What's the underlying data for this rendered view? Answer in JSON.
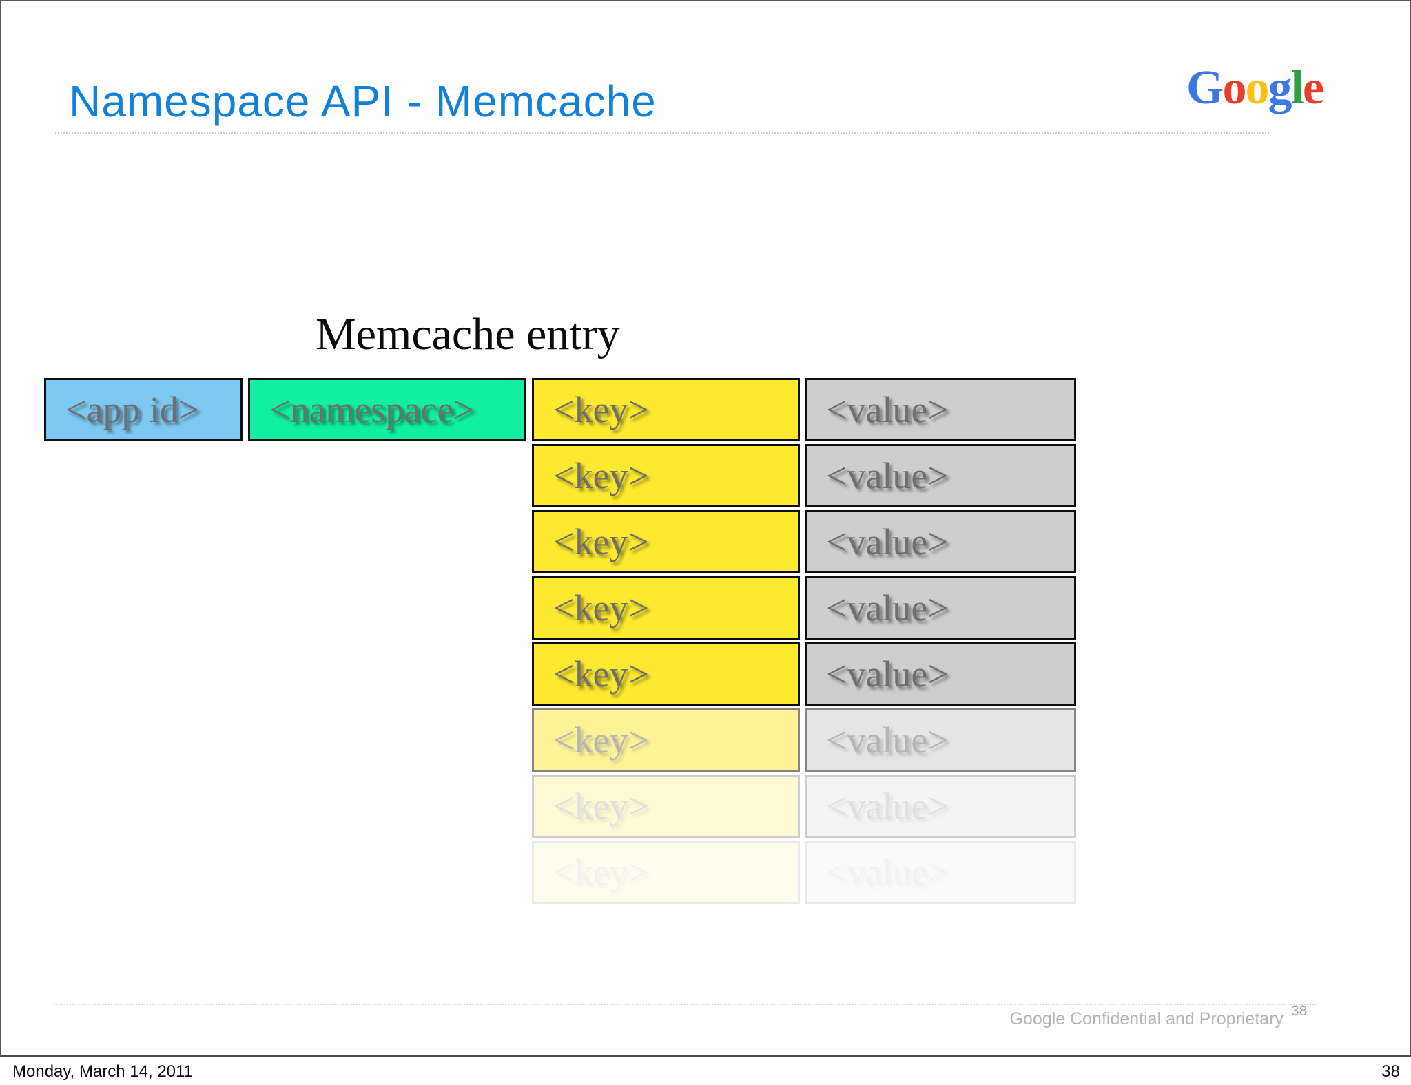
{
  "slide": {
    "title": "Namespace API - Memcache",
    "title_color": "#1182d9",
    "heading": "Memcache entry",
    "logo": {
      "name": "google-logo",
      "letters": [
        {
          "ch": "G",
          "color": "#3b78e4"
        },
        {
          "ch": "o",
          "color": "#e5402c"
        },
        {
          "ch": "o",
          "color": "#fdc011"
        },
        {
          "ch": "g",
          "color": "#3b78e4"
        },
        {
          "ch": "l",
          "color": "#2f9f45"
        },
        {
          "ch": "e",
          "color": "#e5402c"
        }
      ]
    },
    "diagram": {
      "app_id_label": "<app id>",
      "namespace_label": "<namespace>",
      "key_label": "<key>",
      "value_label": "<value>",
      "num_rows": 8,
      "row_opacities": [
        1,
        1,
        1,
        1,
        1,
        0.5,
        0.2,
        0.08
      ],
      "colors": {
        "app_id": "#7ec9f2",
        "namespace": "#10f0a0",
        "key": "#fde930",
        "value": "#cecece",
        "border": "#0e0e0e",
        "label_text": "#6f6f6f"
      }
    },
    "footer": {
      "confidential": "Google Confidential and Proprietary",
      "page": "38"
    },
    "bottom_bar": {
      "date": "Monday, March 14, 2011",
      "page": "38"
    }
  }
}
